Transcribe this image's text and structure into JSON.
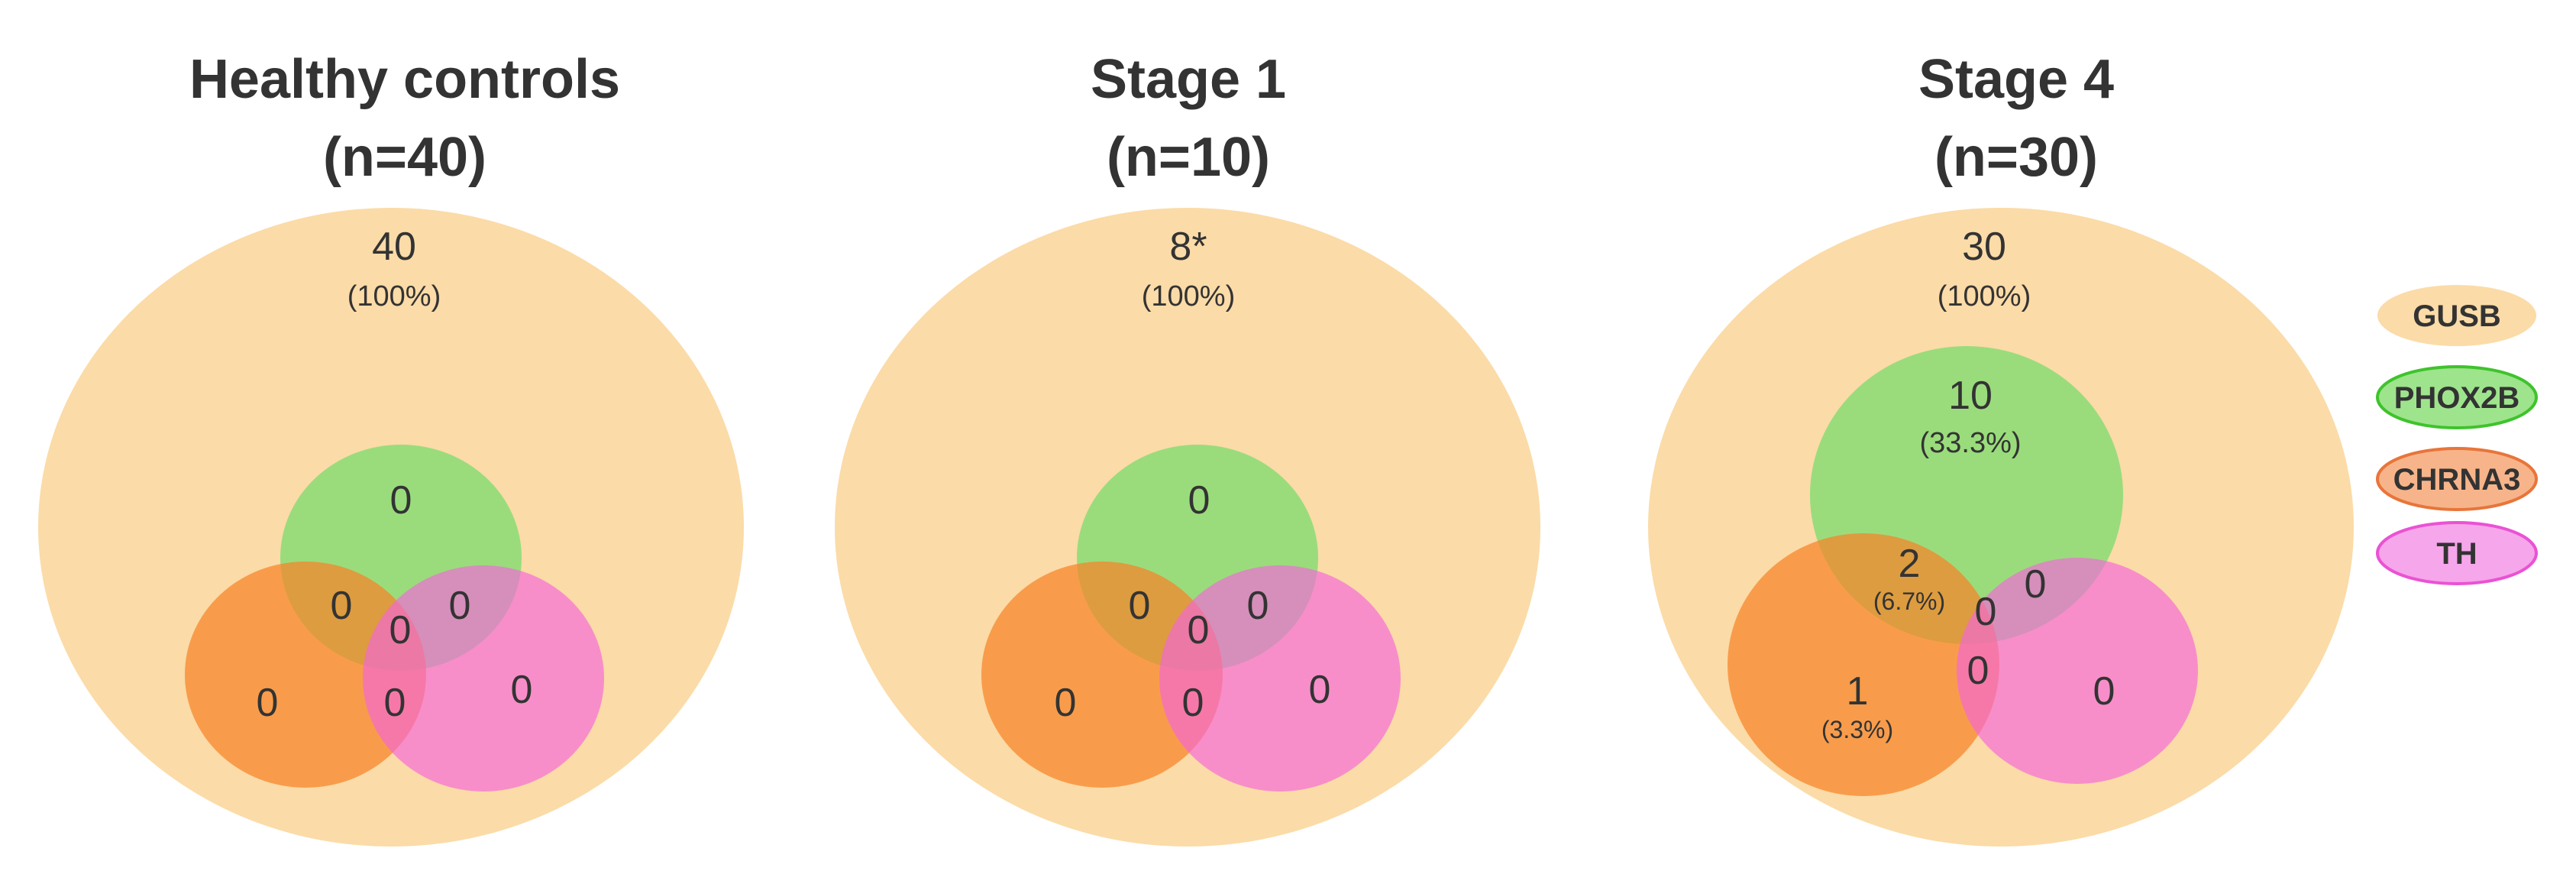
{
  "colors": {
    "GUSB": "#fbdba7",
    "PHOX2B": "#7fdc6f",
    "CHRNA3": "#f59c52",
    "TH": "#f48cde",
    "text": "#333333"
  },
  "legend": [
    {
      "label": "GUSB",
      "color": "#fbdba7"
    },
    {
      "label": "PHOX2B",
      "color": "#7fdc6f"
    },
    {
      "label": "CHRNA3",
      "color": "#f59c52"
    },
    {
      "label": "TH",
      "color": "#f48cde"
    }
  ],
  "panels": [
    {
      "title_line1": "Healthy controls",
      "title_line2": "(n=40)",
      "gusb_count": "40",
      "gusb_pct": "(100%)",
      "phox2b_only": "0",
      "chrna3_only": "0",
      "th_only": "0",
      "phox2b_chrna3": "0",
      "phox2b_th": "0",
      "chrna3_th": "0",
      "all_three": "0"
    },
    {
      "title_line1": "Stage 1",
      "title_line2": "(n=10)",
      "gusb_count": "8*",
      "gusb_pct": "(100%)",
      "phox2b_only": "0",
      "chrna3_only": "0",
      "th_only": "0",
      "phox2b_chrna3": "0",
      "phox2b_th": "0",
      "chrna3_th": "0",
      "all_three": "0"
    },
    {
      "title_line1": "Stage 4",
      "title_line2": "(n=30)",
      "gusb_count": "30",
      "gusb_pct": "(100%)",
      "phox2b_only": "10",
      "phox2b_only_pct": "(33.3%)",
      "chrna3_only": "1",
      "chrna3_only_pct": "(3.3%)",
      "th_only": "0",
      "phox2b_chrna3": "2",
      "phox2b_chrna3_pct": "(6.7%)",
      "phox2b_th": "0",
      "chrna3_th": "0",
      "all_three": "0"
    }
  ]
}
